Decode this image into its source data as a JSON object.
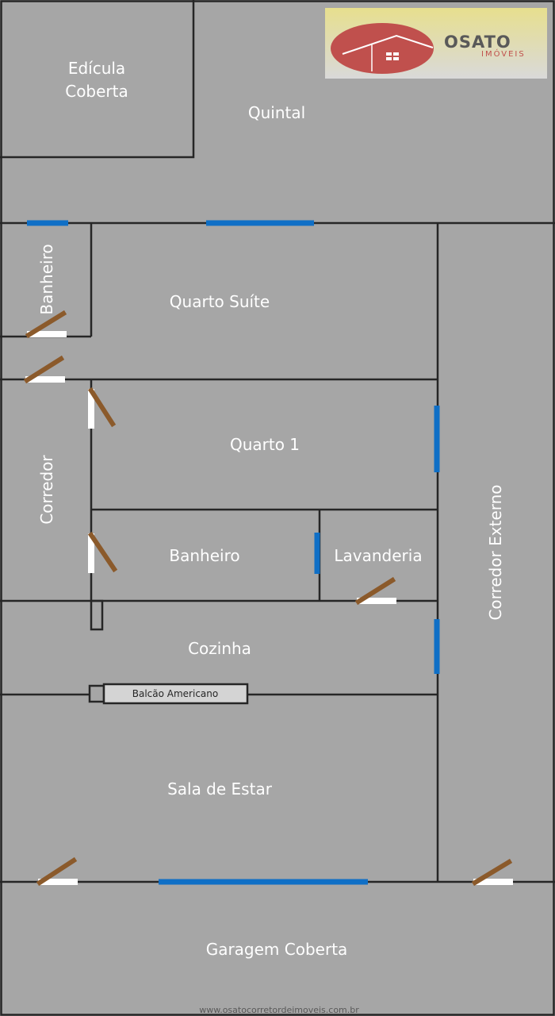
{
  "logo": {
    "name": "OSATO",
    "subtitle": "IMÓVEIS",
    "colors": {
      "circle": "#c0504d",
      "background": "#e7df8e",
      "text": "#595959"
    }
  },
  "rooms": {
    "edicula_line1": "Edícula",
    "edicula_line2": "Coberta",
    "quintal": "Quintal",
    "banheiro_suite": "Banheiro",
    "quarto_suite": "Quarto Suíte",
    "corredor": "Corredor",
    "quarto1": "Quarto 1",
    "corredor_externo": "Corredor Externo",
    "banheiro": "Banheiro",
    "lavanderia": "Lavanderia",
    "cozinha": "Cozinha",
    "balcao": "Balcão Americano",
    "sala_estar": "Sala de Estar",
    "garagem": "Garagem Coberta"
  },
  "footer": {
    "website": "www.osatocorretordeimoveis.com.br"
  },
  "colors": {
    "floor": "#a6a6a6",
    "wall": "#262626",
    "window": "#0f6fc6",
    "door": "#8b5a2b",
    "door_gap": "#ffffff",
    "label": "#ffffff"
  }
}
